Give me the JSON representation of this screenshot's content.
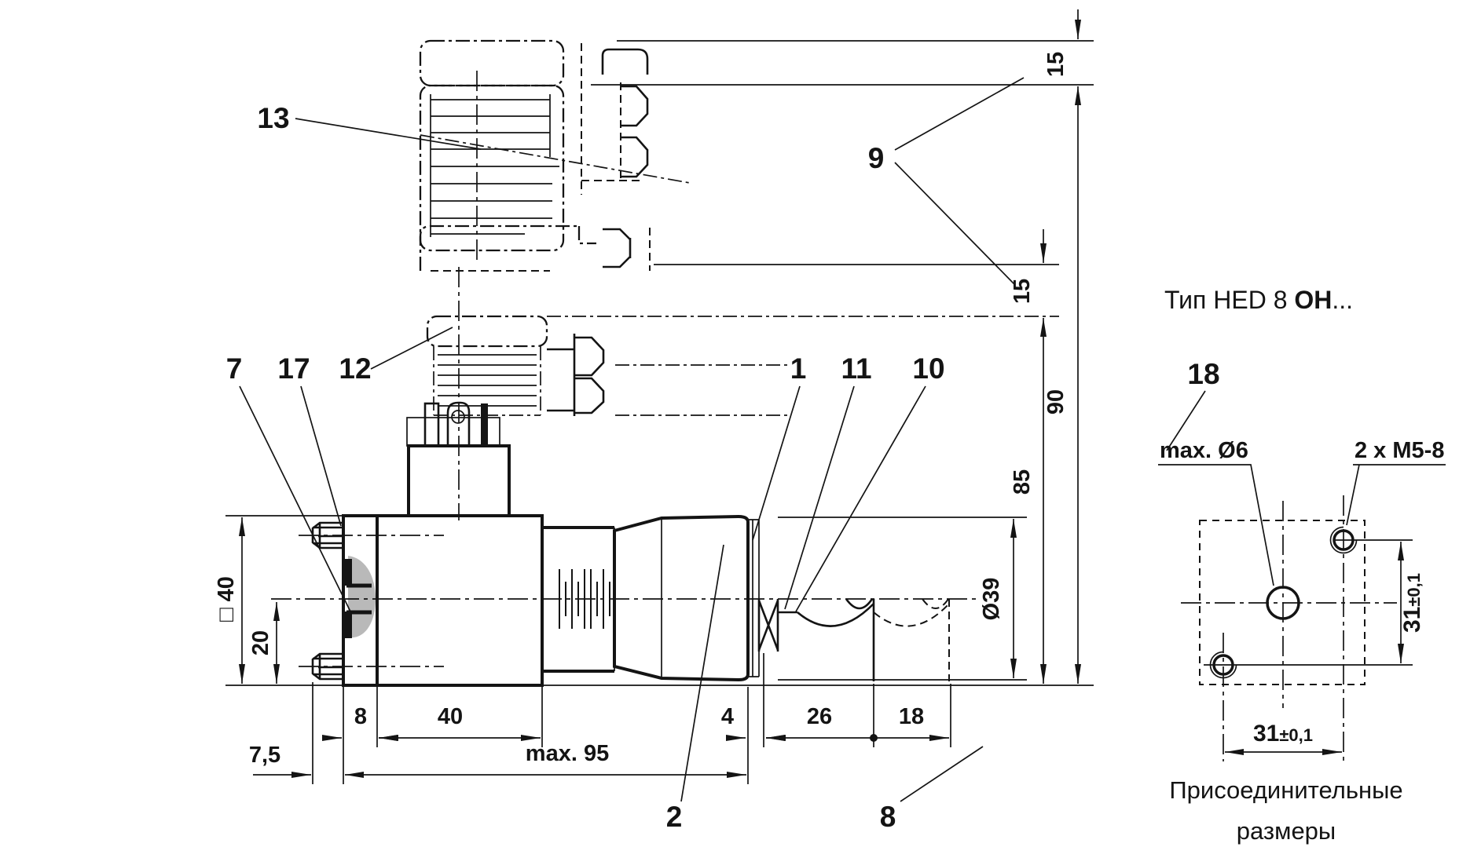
{
  "drawing": {
    "kind": "hydraulic pressure switch dimensional drawing",
    "type_title": {
      "prefix": "Тип HED 8 ",
      "bold": "ОН",
      "suffix": "..."
    },
    "caption": {
      "line1": "Присоединительные",
      "line2": "размеры"
    }
  },
  "item_labels": {
    "i13": "13",
    "i9": "9",
    "i7": "7",
    "i17": "17",
    "i12": "12",
    "i1": "1",
    "i11": "11",
    "i10": "10",
    "i2": "2",
    "i8": "8",
    "i18": "18"
  },
  "dims": {
    "d15_top": "15",
    "d15_mid": "15",
    "d90": "90",
    "d85": "85",
    "d39": "Ø39",
    "dsq40": "□ 40",
    "d20": "20",
    "d8": "8",
    "d40": "40",
    "d75": "7,5",
    "dmax95": "max. 95",
    "d4": "4",
    "d26": "26",
    "d18": "18",
    "d31v_main": "31",
    "d31v_tol": "±0,1",
    "d31h_main": "31",
    "d31h_tol": "±0,1"
  },
  "notes": {
    "max_d6": "max. Ø6",
    "m5": "2 x M5-8"
  },
  "colors": {
    "line": "#141414",
    "cam_fill": "#b9b9b9",
    "background": "#ffffff"
  }
}
